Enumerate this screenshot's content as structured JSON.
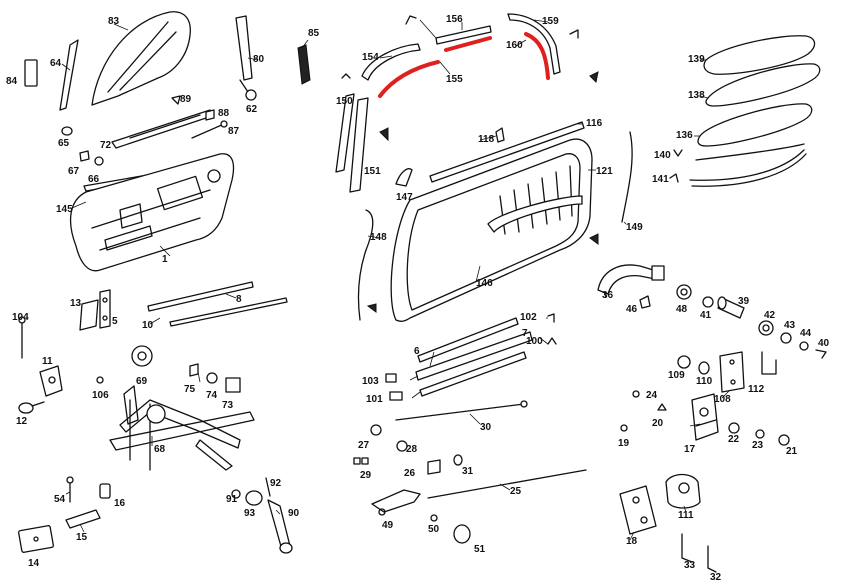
{
  "highlight_color": "#e0201f",
  "labels": [
    {
      "id": "83",
      "t": "83"
    },
    {
      "id": "64",
      "t": "64"
    },
    {
      "id": "84",
      "t": "84"
    },
    {
      "id": "65",
      "t": "65"
    },
    {
      "id": "80",
      "t": "80"
    },
    {
      "id": "62",
      "t": "62"
    },
    {
      "id": "85",
      "t": "85"
    },
    {
      "id": "89",
      "t": "89"
    },
    {
      "id": "88",
      "t": "88"
    },
    {
      "id": "87",
      "t": "87"
    },
    {
      "id": "72",
      "t": "72"
    },
    {
      "id": "67",
      "t": "67"
    },
    {
      "id": "66",
      "t": "66"
    },
    {
      "id": "145",
      "t": "145"
    },
    {
      "id": "1",
      "t": "1"
    },
    {
      "id": "8",
      "t": "8"
    },
    {
      "id": "10",
      "t": "10"
    },
    {
      "id": "13",
      "t": "13"
    },
    {
      "id": "5",
      "t": "5"
    },
    {
      "id": "104",
      "t": "104"
    },
    {
      "id": "11",
      "t": "11"
    },
    {
      "id": "12",
      "t": "12"
    },
    {
      "id": "69",
      "t": "69"
    },
    {
      "id": "106",
      "t": "106"
    },
    {
      "id": "75",
      "t": "75"
    },
    {
      "id": "74",
      "t": "74"
    },
    {
      "id": "73",
      "t": "73"
    },
    {
      "id": "68",
      "t": "68"
    },
    {
      "id": "54",
      "t": "54"
    },
    {
      "id": "16",
      "t": "16"
    },
    {
      "id": "15",
      "t": "15"
    },
    {
      "id": "14",
      "t": "14"
    },
    {
      "id": "91",
      "t": "91"
    },
    {
      "id": "92",
      "t": "92"
    },
    {
      "id": "93",
      "t": "93"
    },
    {
      "id": "90",
      "t": "90"
    },
    {
      "id": "156",
      "t": "156"
    },
    {
      "id": "159",
      "t": "159"
    },
    {
      "id": "154",
      "t": "154"
    },
    {
      "id": "160",
      "t": "160"
    },
    {
      "id": "155",
      "t": "155"
    },
    {
      "id": "150",
      "t": "150"
    },
    {
      "id": "118",
      "t": "118"
    },
    {
      "id": "116",
      "t": "116"
    },
    {
      "id": "151",
      "t": "151"
    },
    {
      "id": "147",
      "t": "147"
    },
    {
      "id": "121",
      "t": "121"
    },
    {
      "id": "148",
      "t": "148"
    },
    {
      "id": "146",
      "t": "146"
    },
    {
      "id": "149",
      "t": "149"
    },
    {
      "id": "139",
      "t": "139"
    },
    {
      "id": "138",
      "t": "138"
    },
    {
      "id": "136",
      "t": "136"
    },
    {
      "id": "140",
      "t": "140"
    },
    {
      "id": "141",
      "t": "141"
    },
    {
      "id": "36",
      "t": "36"
    },
    {
      "id": "46",
      "t": "46"
    },
    {
      "id": "48",
      "t": "48"
    },
    {
      "id": "41",
      "t": "41"
    },
    {
      "id": "39",
      "t": "39"
    },
    {
      "id": "42",
      "t": "42"
    },
    {
      "id": "43",
      "t": "43"
    },
    {
      "id": "44",
      "t": "44"
    },
    {
      "id": "40",
      "t": "40"
    },
    {
      "id": "102",
      "t": "102"
    },
    {
      "id": "7",
      "t": "7"
    },
    {
      "id": "100",
      "t": "100"
    },
    {
      "id": "6",
      "t": "6"
    },
    {
      "id": "103",
      "t": "103"
    },
    {
      "id": "101",
      "t": "101"
    },
    {
      "id": "30",
      "t": "30"
    },
    {
      "id": "27",
      "t": "27"
    },
    {
      "id": "28",
      "t": "28"
    },
    {
      "id": "29",
      "t": "29"
    },
    {
      "id": "26",
      "t": "26"
    },
    {
      "id": "31",
      "t": "31"
    },
    {
      "id": "25",
      "t": "25"
    },
    {
      "id": "49",
      "t": "49"
    },
    {
      "id": "50",
      "t": "50"
    },
    {
      "id": "51",
      "t": "51"
    },
    {
      "id": "109",
      "t": "109"
    },
    {
      "id": "110",
      "t": "110"
    },
    {
      "id": "112",
      "t": "112"
    },
    {
      "id": "24",
      "t": "24"
    },
    {
      "id": "108",
      "t": "108"
    },
    {
      "id": "20",
      "t": "20"
    },
    {
      "id": "19",
      "t": "19"
    },
    {
      "id": "17",
      "t": "17"
    },
    {
      "id": "22",
      "t": "22"
    },
    {
      "id": "23",
      "t": "23"
    },
    {
      "id": "21",
      "t": "21"
    },
    {
      "id": "111",
      "t": "111"
    },
    {
      "id": "18",
      "t": "18"
    },
    {
      "id": "33",
      "t": "33"
    },
    {
      "id": "32",
      "t": "32"
    }
  ]
}
